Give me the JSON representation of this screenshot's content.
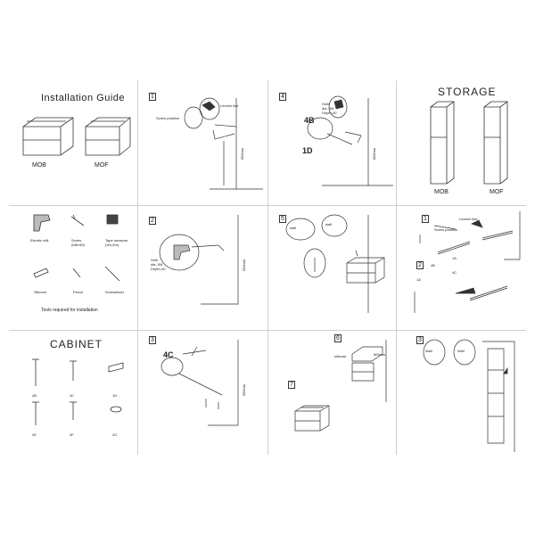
{
  "sheet": {
    "guide": {
      "title": "Installation   Guide",
      "models": [
        "MOB",
        "MOF"
      ]
    },
    "storage": {
      "title": "STORAGE",
      "models": [
        "MOB",
        "MOF"
      ]
    },
    "tools": {
      "items": [
        "Electric drill",
        "Screw\n(M8×80)",
        "Tape measure\n(3m-5m)",
        "Silicone",
        "Pencil",
        "Screwdriver"
      ],
      "caption": "Tools required  for installation"
    },
    "cabinet": {
      "title": "CABINET",
      "parts": [
        "4B",
        "4C",
        "1D",
        "2E",
        "2F",
        "2G"
      ]
    },
    "steps": {
      "s1": {
        "num": "1",
        "label1": "Screw position",
        "label2": "Leveler line",
        "dim": "500mm"
      },
      "s2": {
        "num": "2",
        "hole": "Hole",
        "dia": "dia.-Φ8",
        "depth": "Depth-40",
        "dim": "500mm"
      },
      "s3": {
        "num": "3",
        "part": "4C",
        "dim": "500mm"
      },
      "s4": {
        "num": "4",
        "hole": "Hole",
        "dia": "dia.-Φ8",
        "depth": "Depth-40",
        "p1": "4B",
        "p2": "1D",
        "dim": "800mm"
      },
      "s5": {
        "num": "5",
        "wall1": "wall",
        "wall2": "wall"
      },
      "s6": {
        "num": "6",
        "silicone": "silicone",
        "dim": "500mm"
      },
      "s7": {
        "num": "7"
      },
      "sA1": {
        "num": "1",
        "label1": "Screw position",
        "label2": "Leveler line",
        "part": "1A"
      },
      "sA2": {
        "num": "2",
        "p1": "4B",
        "p2": "1A",
        "p3": "4C"
      },
      "sA3": {
        "num": "3",
        "wall1": "Wall",
        "wall2": "Wall"
      }
    }
  }
}
